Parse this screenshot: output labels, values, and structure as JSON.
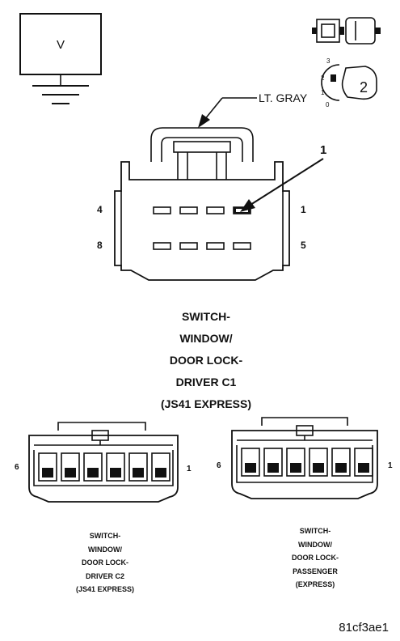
{
  "meter": {
    "label": "V"
  },
  "wire_color": "LT. GRAY",
  "callout": "1",
  "key_icon": {
    "positions": [
      "3",
      "2",
      "1",
      "0"
    ],
    "number": "2"
  },
  "connector_c1": {
    "pin_left_top": "4",
    "pin_right_top": "1",
    "pin_left_bottom": "8",
    "pin_right_bottom": "5",
    "title_lines": [
      "SWITCH-",
      "WINDOW/",
      "DOOR LOCK-",
      "DRIVER C1",
      "(JS41 EXPRESS)"
    ]
  },
  "connector_c2": {
    "pin_left": "6",
    "pin_right": "1",
    "title_lines": [
      "SWITCH-",
      "WINDOW/",
      "DOOR LOCK-",
      "DRIVER C2",
      "(JS41 EXPRESS)"
    ]
  },
  "connector_passenger": {
    "pin_left": "6",
    "pin_right": "1",
    "title_lines": [
      "SWITCH-",
      "WINDOW/",
      "DOOR LOCK-",
      "PASSENGER",
      "(EXPRESS)"
    ]
  },
  "figure_code": "81cf3ae1"
}
